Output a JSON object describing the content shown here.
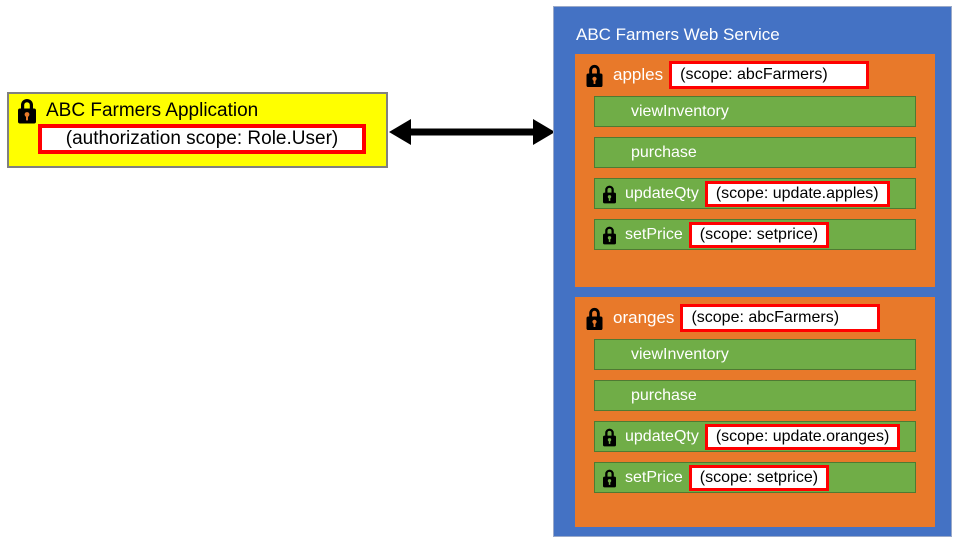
{
  "client": {
    "title": "ABC Farmers Application",
    "scope_label": "(authorization scope: Role.User)",
    "lock_icon": "lock-icon",
    "bg_color": "#ffff00",
    "border_color": "#808080",
    "highlight_color": "#ff0000"
  },
  "connector": {
    "icon": "double-headed-arrow-icon",
    "color": "#000000"
  },
  "service": {
    "title": "ABC Farmers Web Service",
    "bg_color": "#4472c4",
    "resource_color": "#e8792a",
    "operation_color": "#70ad47",
    "resources": [
      {
        "name": "apples",
        "lock_icon": "lock-icon",
        "scope_label": "(scope: abcFarmers)",
        "operations": [
          {
            "name": "viewInventory",
            "locked": false,
            "scope_label": null
          },
          {
            "name": "purchase",
            "locked": false,
            "scope_label": null
          },
          {
            "name": "updateQty",
            "locked": true,
            "scope_label": "(scope: update.apples)"
          },
          {
            "name": "setPrice",
            "locked": true,
            "scope_label": "(scope: setprice)"
          }
        ]
      },
      {
        "name": "oranges",
        "lock_icon": "lock-icon",
        "scope_label": "(scope: abcFarmers)",
        "operations": [
          {
            "name": "viewInventory",
            "locked": false,
            "scope_label": null
          },
          {
            "name": "purchase",
            "locked": false,
            "scope_label": null
          },
          {
            "name": "updateQty",
            "locked": true,
            "scope_label": "(scope: update.oranges)"
          },
          {
            "name": "setPrice",
            "locked": true,
            "scope_label": "(scope: setprice)"
          }
        ]
      }
    ]
  }
}
